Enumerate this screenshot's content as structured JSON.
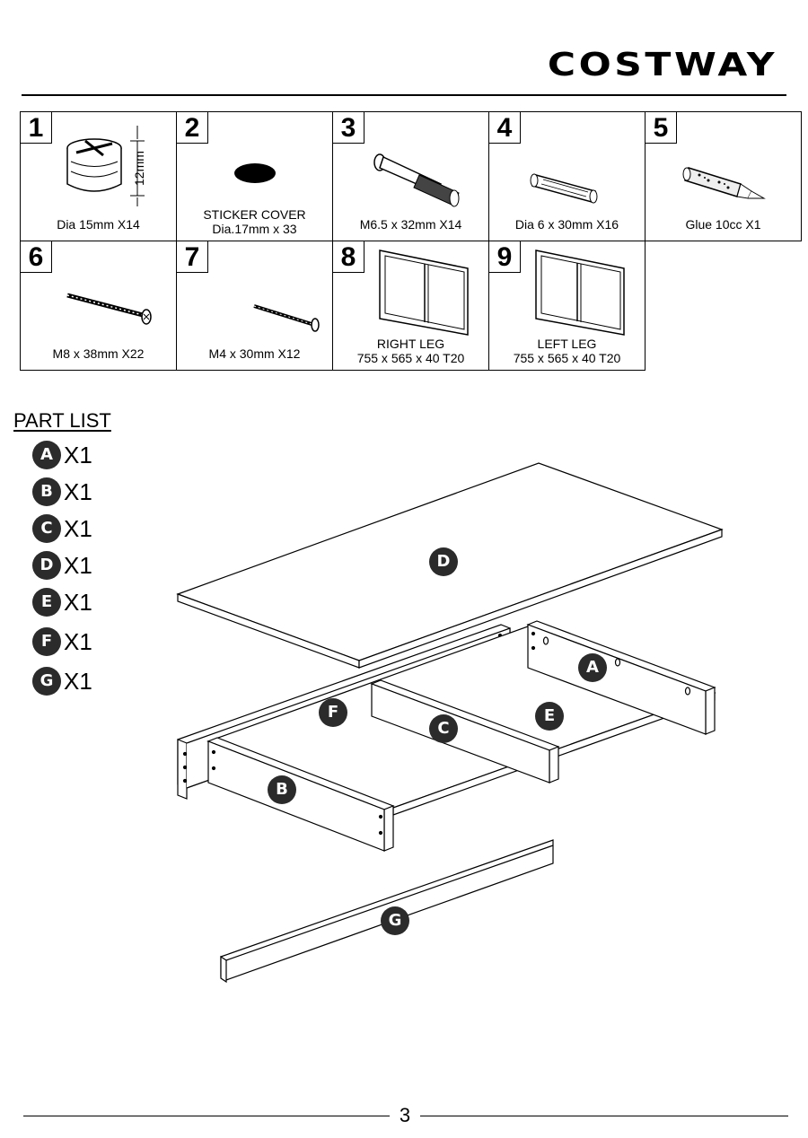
{
  "brand": "COSTWAY",
  "hardware": [
    {
      "num": "1",
      "caption": "Dia 15mm  X14",
      "dim": "12mm",
      "icon": "cam-lock-icon"
    },
    {
      "num": "2",
      "caption": "STICKER COVER",
      "caption2": "Dia.17mm  x 33",
      "icon": "sticker-cover-icon"
    },
    {
      "num": "3",
      "caption": "M6.5 x 32mm  X14",
      "icon": "cam-bolt-icon"
    },
    {
      "num": "4",
      "caption": "Dia 6 x 30mm  X16",
      "icon": "wooden-dowel-icon"
    },
    {
      "num": "5",
      "caption": "Glue 10cc  X1",
      "icon": "glue-tube-icon"
    },
    {
      "num": "6",
      "caption": "M8 x 38mm  X22",
      "icon": "long-screw-icon"
    },
    {
      "num": "7",
      "caption": "M4 x 30mm  X12",
      "icon": "short-screw-icon"
    },
    {
      "num": "8",
      "caption": "RIGHT LEG",
      "caption2": "755 x 565 x 40 T20",
      "icon": "leg-frame-icon"
    },
    {
      "num": "9",
      "caption": "LEFT LEG",
      "caption2": "755 x 565 x 40 T20",
      "icon": "leg-frame-icon"
    }
  ],
  "part_list": {
    "title": "PART LIST",
    "items": [
      {
        "label": "A",
        "qty": "X1"
      },
      {
        "label": "B",
        "qty": "X1"
      },
      {
        "label": "C",
        "qty": "X1"
      },
      {
        "label": "D",
        "qty": "X1"
      },
      {
        "label": "E",
        "qty": "X1"
      },
      {
        "label": "F",
        "qty": "X1"
      },
      {
        "label": "G",
        "qty": "X1"
      }
    ]
  },
  "diagram_labels": {
    "a": "A",
    "b": "B",
    "c": "C",
    "d": "D",
    "e": "E",
    "f": "F",
    "g": "G"
  },
  "page_number": "3"
}
